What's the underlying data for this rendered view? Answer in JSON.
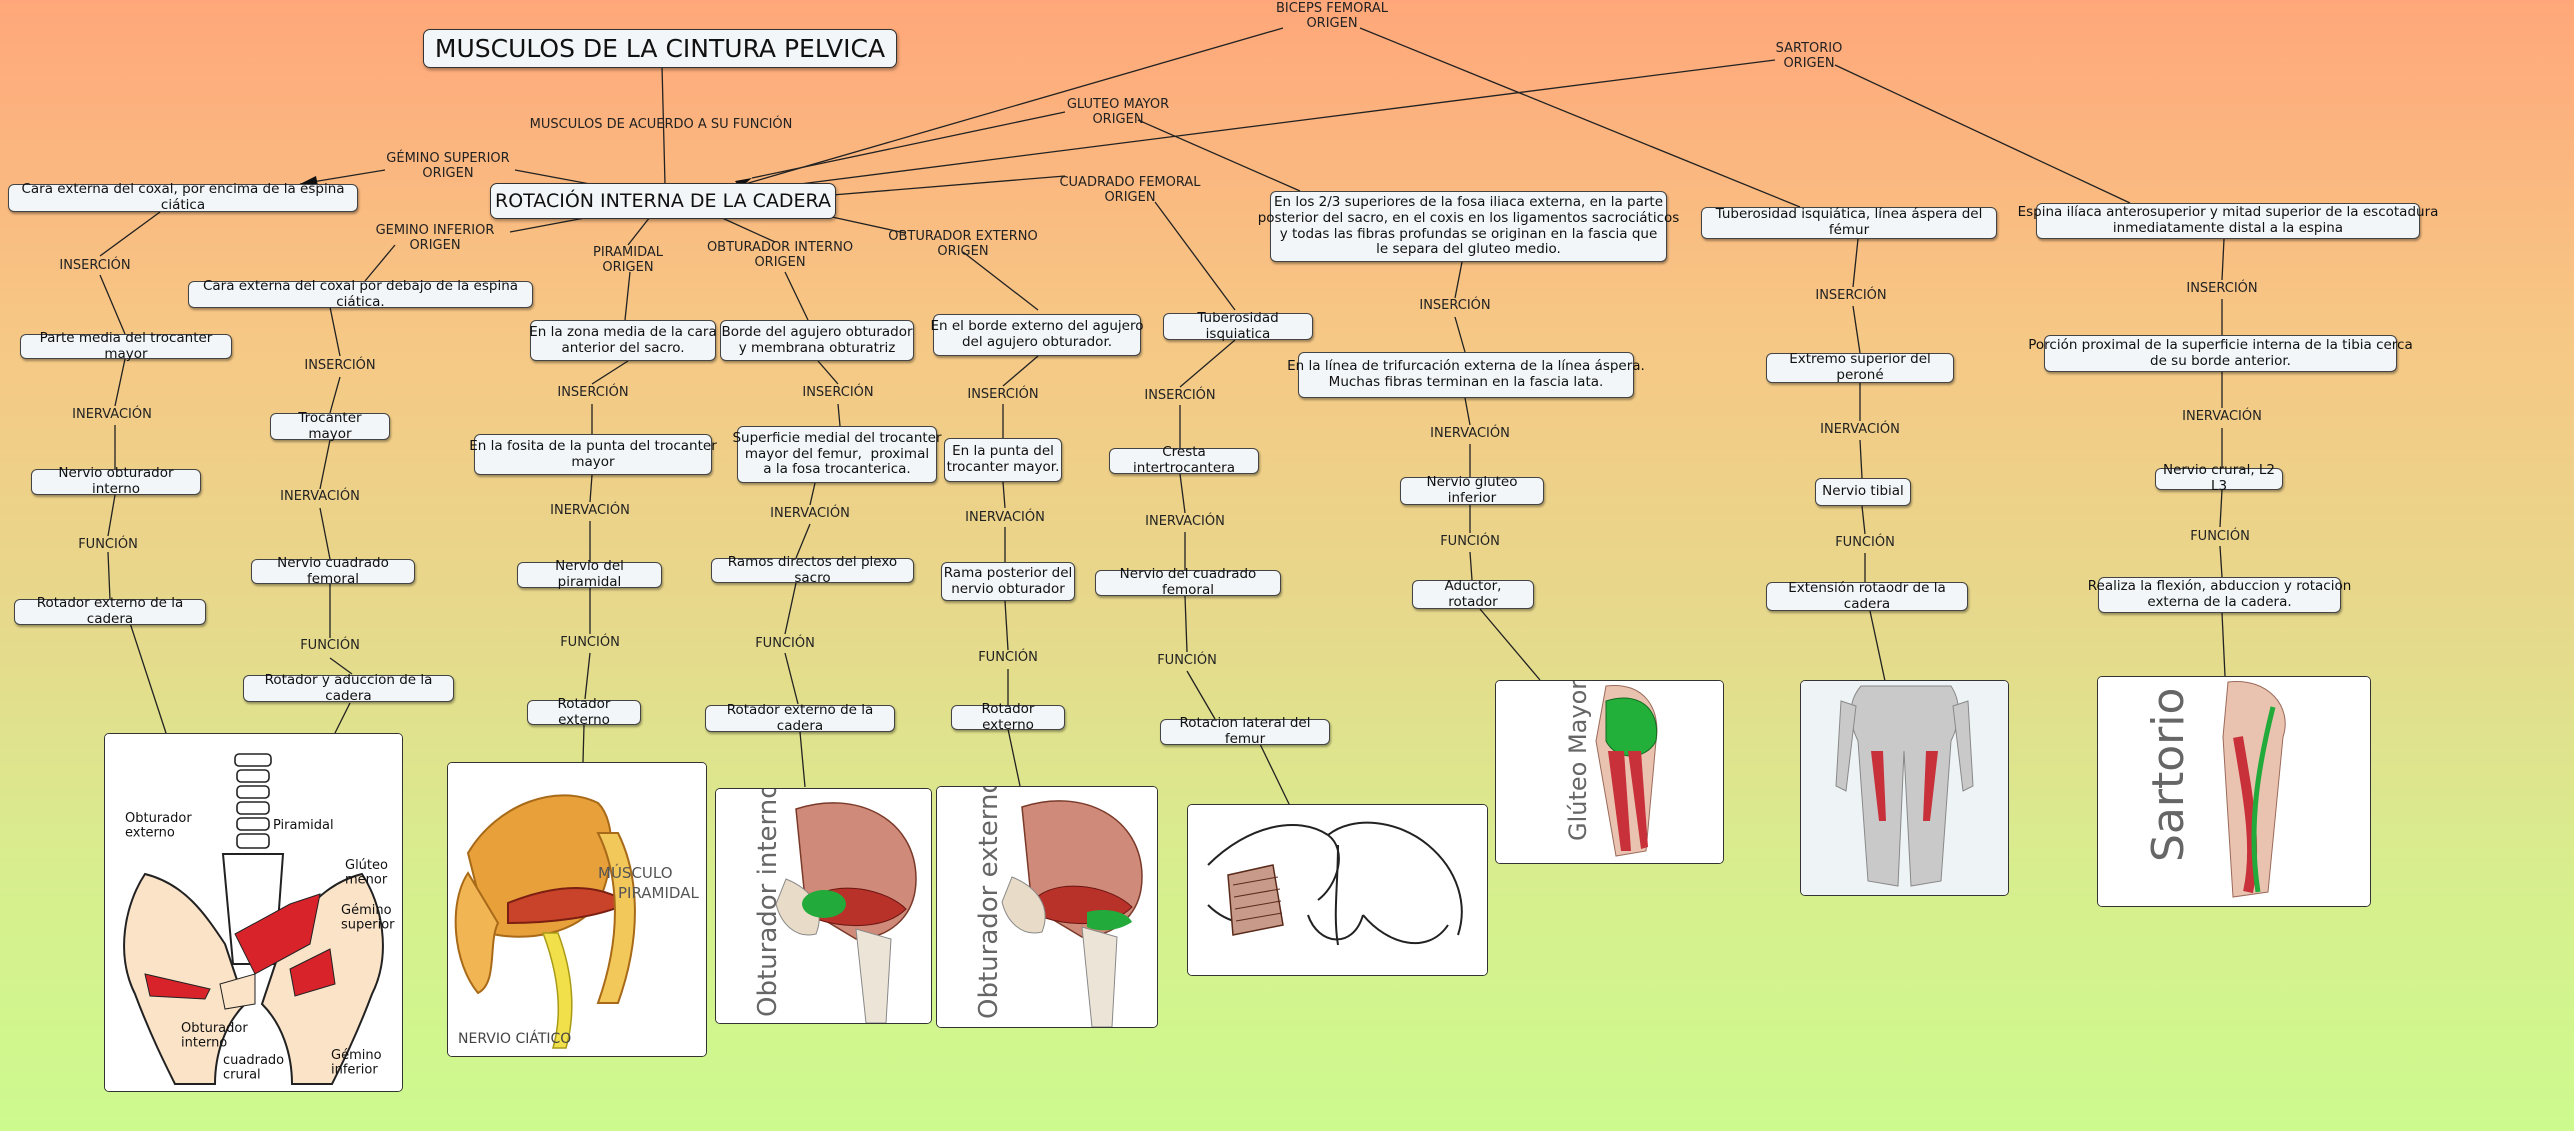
{
  "title": "MUSCULOS DE LA CINTURA PELVICA",
  "subtitle_link": "MUSCULOS DE ACUERDO A SU FUNCIÓN",
  "center": "ROTACIÓN INTERNA DE LA CADERA",
  "links": {
    "insercion": "INSERCIÓN",
    "inervacion": "INERVACIÓN",
    "funcion": "FUNCIÓN"
  },
  "muscles": [
    {
      "label": "GÉMINO SUPERIOR\nORIGEN",
      "origin": "Cara externa del coxal, por encima de la espina ciática",
      "insertion": "Parte media del trocanter mayor",
      "innervation": "Nervio obturador interno",
      "function": "Rotador externo de la cadera"
    },
    {
      "label": "GEMINO INFERIOR\nORIGEN",
      "origin": "Cara externa del coxal por debajo de la espina ciática.",
      "insertion": "Trocanter mayor",
      "innervation": "Nervio cuadrado femoral",
      "function": "Rotador y aduccion de la cadera"
    },
    {
      "label": "PIRAMIDAL\nORIGEN",
      "origin": "En la zona media de la cara\nanterior del sacro.",
      "insertion": "En la fosita de la punta del trocanter\nmayor",
      "innervation": "Nervio del piramidal",
      "function": "Rotador externo"
    },
    {
      "label": "OBTURADOR INTERNO\nORIGEN",
      "origin": "Borde del agujero obturador\ny membrana obturatriz",
      "insertion": "Superficie medial del trocanter\nmayor del femur,  proximal\na la fosa trocanterica.",
      "innervation": "Ramos directos del plexo sacro",
      "function": "Rotador externo de la cadera"
    },
    {
      "label": "OBTURADOR EXTERNO\nORIGEN",
      "origin": "En el borde externo del agujero\ndel agujero obturador.",
      "insertion": "En la punta del\ntrocanter mayor.",
      "innervation": "Rama posterior del\nnervio obturador",
      "function": "Rotador externo"
    },
    {
      "label": "CUADRADO FEMORAL\nORIGEN",
      "origin": "Tuberosidad isquiatica",
      "insertion": "Cresta intertrocantera",
      "innervation": "Nervio del cuadrado femoral",
      "function": "Rotacion lateral del femur"
    },
    {
      "label": "GLUTEO MAYOR\nORIGEN",
      "origin": "En los 2/3 superiores de la fosa iliaca externa, en la parte\nposterior del sacro, en el coxis en los ligamentos sacrociáticos\ny todas las fibras profundas se originan en la fascia que\nle separa del gluteo medio.",
      "insertion": "En la línea de trifurcación externa de la línea áspera.\nMuchas fibras terminan en la fascia lata.",
      "innervation": "Nervio gluteo inferior",
      "function": "Aductor, rotador"
    },
    {
      "label": "BICEPS FEMORAL\nORIGEN",
      "origin": "Tuberosidad isquiática, línea áspera del fémur",
      "insertion": "Extremo superior del peroné",
      "innervation": "Nervio tibial",
      "function": "Extensión rotaodr de la cadera"
    },
    {
      "label": "SARTORIO\nORIGEN",
      "origin": "Espina ilíaca anterosuperior y mitad superior de la escotadura\ninmediatamente distal a la espina",
      "insertion": "Porción proximal de la superficie interna de la tibia cerca\nde su borde anterior.",
      "innervation": "Nervio crural, L2 L3",
      "function": "Realiza la flexión, abduccion y rotacion\nexterna de la cadera."
    }
  ],
  "images": {
    "pelvis_labels": [
      "Obturador\nexterno",
      "Piramidal",
      "Glúteo\nmenor",
      "Gémino\nsuperior",
      "Obturador\ninterno",
      "cuadrado\ncrural",
      "Gémino\ninferior"
    ],
    "piramidal_labels": [
      "MÚSCULO\nPIRAMIDAL",
      "NERVIO CIÁTICO"
    ],
    "obt_interno": "Obturador interno",
    "obt_externo": "Obturador externo",
    "gluteo": "Glúteo Mayor",
    "sartorio": "Sartorio"
  },
  "colors": {
    "muscle_red": "#d8232a",
    "bone": "#e8a13a",
    "green": "#22aa3a"
  }
}
